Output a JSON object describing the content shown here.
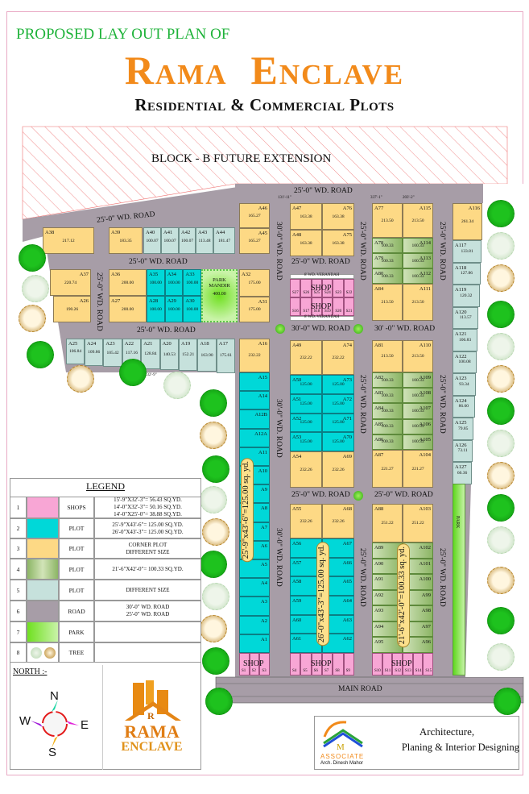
{
  "title": {
    "line1": "PROPOSED LAY OUT PLAN OF",
    "line2": "Rama  Enclave",
    "line3": "Residential & Commercial Plots"
  },
  "future_block": "BLOCK - B FUTURE EXTENSION",
  "colors": {
    "road": "#a79da7",
    "shop": "#f8a6d5",
    "plot_125": "#00d8d8",
    "corner_plot": "#fdd985",
    "plot_100": "#8cb565",
    "plot_different": "#c6e1dc",
    "park": "#7be03a",
    "title_green": "#1fb33a",
    "title_orange": "#f28a1a"
  },
  "roads": {
    "r25": "25'-0\" WD. ROAD",
    "r30": "30'-0\" WD. ROAD",
    "r30b": "30' -0\" WD. ROAD",
    "main": "MAIN ROAD",
    "verandah": "8' WD. VERANDAH",
    "dim_top": "337'-1\"",
    "dim_left": "131'-11\"",
    "dim_right": "203'-2\"",
    "dim_bottom_row": "232'-9\""
  },
  "callouts": {
    "col_a": "25'-9\"x43'-6\"=125.00 sq. yd.",
    "col_mid": "26'-0\"x43'-3\"=125.00 sq. yd.",
    "col_right": "21'-6\"x42'-0\"=100.33 sq. yd."
  },
  "park_mandir": {
    "label": "PARK MANDIR",
    "area": "400.00"
  },
  "park_right": "PARK",
  "shop_label": "SHOP",
  "plots": {
    "row_top": [
      {
        "id": "A38",
        "area": "217.12"
      },
      {
        "id": "A39",
        "area": "183.35"
      },
      {
        "id": "A40",
        "area": "100.07"
      },
      {
        "id": "A41",
        "area": "100.07"
      },
      {
        "id": "A42",
        "area": "100.07"
      },
      {
        "id": "A43",
        "area": "113.48"
      },
      {
        "id": "A44",
        "area": "181.47"
      }
    ],
    "a46": {
      "id": "A46",
      "area": "165.27"
    },
    "a45": {
      "id": "A45",
      "area": "165.27"
    },
    "a37": {
      "id": "A37",
      "area": "220.74"
    },
    "a26": {
      "id": "A26",
      "area": "190.26"
    },
    "a36": {
      "id": "A36",
      "area": "200.00"
    },
    "a27": {
      "id": "A27",
      "area": "200.00"
    },
    "cyan_top": [
      {
        "id": "A35",
        "area": "100.00"
      },
      {
        "id": "A34",
        "area": "100.00"
      },
      {
        "id": "A33",
        "area": "100.00"
      }
    ],
    "cyan_bottom": [
      {
        "id": "A28",
        "area": "100.00"
      },
      {
        "id": "A29",
        "area": "100.00"
      },
      {
        "id": "A30",
        "area": "100.00"
      }
    ],
    "a32": {
      "id": "A32",
      "area": "175.00"
    },
    "a31": {
      "id": "A31",
      "area": "175.00"
    },
    "row_bottom": [
      {
        "id": "A25",
        "area": "106.84"
      },
      {
        "id": "A24",
        "area": "109.86"
      },
      {
        "id": "A23",
        "area": "105.42"
      },
      {
        "id": "A22",
        "area": "117.16"
      },
      {
        "id": "A21",
        "area": "128.84"
      },
      {
        "id": "A20",
        "area": "140.53"
      },
      {
        "id": "A19",
        "area": "152.21"
      },
      {
        "id": "A18",
        "area": "163.90"
      },
      {
        "id": "A17",
        "area": "175.61"
      }
    ],
    "a16": {
      "id": "A16",
      "area": "232.22"
    },
    "col_a": [
      {
        "id": "A15"
      },
      {
        "id": "A14"
      },
      {
        "id": "A12B"
      },
      {
        "id": "A12A"
      },
      {
        "id": "A11"
      },
      {
        "id": "A10"
      },
      {
        "id": "A9"
      },
      {
        "id": "A8"
      },
      {
        "id": "A7"
      },
      {
        "id": "A6"
      },
      {
        "id": "A5"
      },
      {
        "id": "A4"
      },
      {
        "id": "A3"
      },
      {
        "id": "A2"
      },
      {
        "id": "A1"
      }
    ],
    "mid_yellow": [
      {
        "id": "A47",
        "area": "163.38"
      },
      {
        "id": "A76",
        "area": "163.38"
      },
      {
        "id": "A48",
        "area": "163.38"
      },
      {
        "id": "A75",
        "area": "163.38"
      },
      {
        "id": "A49",
        "area": "232.22"
      },
      {
        "id": "A74",
        "area": "232.22"
      },
      {
        "id": "A54",
        "area": "232.26"
      },
      {
        "id": "A69",
        "area": "232.26"
      },
      {
        "id": "A55",
        "area": "232.26"
      },
      {
        "id": "A68",
        "area": "232.26"
      }
    ],
    "mid_cyan_1_left": [
      {
        "id": "A50",
        "area": "125.00"
      },
      {
        "id": "A51",
        "area": "125.00"
      },
      {
        "id": "A52",
        "area": "125.00"
      },
      {
        "id": "A53",
        "area": "125.00"
      }
    ],
    "mid_cyan_1_right": [
      {
        "id": "A73",
        "area": "125.00"
      },
      {
        "id": "A72",
        "area": "125.00"
      },
      {
        "id": "A71",
        "area": "125.00"
      },
      {
        "id": "A70",
        "area": "125.00"
      }
    ],
    "mid_cyan_2_left": [
      {
        "id": "A56"
      },
      {
        "id": "A57"
      },
      {
        "id": "A58"
      },
      {
        "id": "A59"
      },
      {
        "id": "A60"
      },
      {
        "id": "A61"
      }
    ],
    "mid_cyan_2_right": [
      {
        "id": "A67"
      },
      {
        "id": "A66"
      },
      {
        "id": "A65"
      },
      {
        "id": "A64"
      },
      {
        "id": "A63"
      },
      {
        "id": "A62"
      }
    ],
    "right_yellow": [
      {
        "id": "A77",
        "area": "213.50"
      },
      {
        "id": "A115",
        "area": "213.50"
      },
      {
        "id": "A84",
        "area": "213.50"
      },
      {
        "id": "A111",
        "area": "213.50"
      },
      {
        "id": "A81",
        "area": "213.50"
      },
      {
        "id": "A110",
        "area": "213.50"
      },
      {
        "id": "A87",
        "area": "221.27"
      },
      {
        "id": "A104",
        "area": "221.27"
      },
      {
        "id": "A88",
        "area": "251.22"
      },
      {
        "id": "A103",
        "area": "251.22"
      }
    ],
    "green_1_left": [
      {
        "id": "A78",
        "area": "100.33"
      },
      {
        "id": "A79",
        "area": "100.33"
      },
      {
        "id": "A80",
        "area": "100.33"
      }
    ],
    "green_1_right": [
      {
        "id": "A114",
        "area": "100.33"
      },
      {
        "id": "A113",
        "area": "100.33"
      },
      {
        "id": "A112",
        "area": "100.33"
      }
    ],
    "green_2_left": [
      {
        "id": "A82",
        "area": "100.33"
      },
      {
        "id": "A83",
        "area": "100.33"
      },
      {
        "id": "A84",
        "area": "100.33"
      },
      {
        "id": "A85",
        "area": "100.33"
      },
      {
        "id": "A86",
        "area": "100.33"
      }
    ],
    "green_2_right": [
      {
        "id": "A109",
        "area": "100.33"
      },
      {
        "id": "A108",
        "area": "100.33"
      },
      {
        "id": "A107",
        "area": "100.33"
      },
      {
        "id": "A106",
        "area": "100.33"
      },
      {
        "id": "A105",
        "area": "100.33"
      }
    ],
    "green_3_left": [
      {
        "id": "A89"
      },
      {
        "id": "A90"
      },
      {
        "id": "A91"
      },
      {
        "id": "A92"
      },
      {
        "id": "A93"
      },
      {
        "id": "A94"
      },
      {
        "id": "A95"
      }
    ],
    "green_3_right": [
      {
        "id": "A102"
      },
      {
        "id": "A101"
      },
      {
        "id": "A100"
      },
      {
        "id": "A99"
      },
      {
        "id": "A98"
      },
      {
        "id": "A97"
      },
      {
        "id": "A96"
      }
    ],
    "a116": {
      "id": "A116",
      "area": "261.34"
    },
    "strip": [
      {
        "id": "A117",
        "area": "133.81"
      },
      {
        "id": "A118",
        "area": "127.86"
      },
      {
        "id": "A119",
        "area": "120.32"
      },
      {
        "id": "A120",
        "area": "113.57"
      },
      {
        "id": "A121",
        "area": "106.83"
      },
      {
        "id": "A122",
        "area": "100.08"
      },
      {
        "id": "A123",
        "area": "93.34"
      },
      {
        "id": "A124",
        "area": "86.60"
      },
      {
        "id": "A125",
        "area": "79.85"
      },
      {
        "id": "A126",
        "area": "73.11"
      },
      {
        "id": "A127",
        "area": "66.36"
      }
    ]
  },
  "shops": {
    "upper_top": [
      "S27",
      "S26",
      "S25",
      "S24",
      "S23",
      "S22"
    ],
    "upper_bottom": [
      "S16",
      "S17",
      "S18",
      "S19",
      "S20",
      "S21"
    ],
    "a": [
      "S1",
      "S2",
      "S3"
    ],
    "mid": [
      "S4",
      "S5",
      "S6",
      "S7",
      "S8",
      "S9"
    ],
    "right": [
      "S10",
      "S11",
      "S12",
      "S13",
      "S14",
      "S15"
    ]
  },
  "legend": {
    "title": "LEGEND",
    "rows": [
      {
        "no": "1",
        "type": "SHOPS",
        "desc": "15'-9\"X32'-3\"= 56.43 SQ.YD.\n14'-0\"X32'-3\"= 50.16 SQ.YD.\n14'-0\"X25'-0\"= 38.88 SQ.YD.",
        "color": "#f8a6d5"
      },
      {
        "no": "2",
        "type": "PLOT",
        "desc": "25'-9\"X43'-6\"= 125.00 SQ.YD.\n26'-0\"X43'-3\"= 125.00 SQ.YD.",
        "color": "#00d8d8"
      },
      {
        "no": "3",
        "type": "PLOT",
        "desc": "CORNER PLOT\nDIFFERENT SIZE",
        "color": "#fdd985"
      },
      {
        "no": "4",
        "type": "PLOT",
        "desc": "21'-6\"X42'-0\"= 100.33 SQ.YD.",
        "color": "#9cc27a"
      },
      {
        "no": "5",
        "type": "PLOT",
        "desc": "DIFFERENT SIZE",
        "color": "#c6e1dc"
      },
      {
        "no": "6",
        "type": "ROAD",
        "desc": "30'-0\" WD. ROAD\n25'-0\" WD. ROAD",
        "color": "#a79da7"
      },
      {
        "no": "7",
        "type": "PARK",
        "desc": "",
        "color": "#7be03a"
      },
      {
        "no": "8",
        "type": "TREE",
        "desc": "",
        "color": ""
      }
    ]
  },
  "north": {
    "label": "NORTH :-",
    "n": "N",
    "e": "E",
    "s": "S",
    "w": "W"
  },
  "logo": {
    "name1": "RAMA",
    "name2": "ENCLAVE"
  },
  "associate": {
    "brand": "ASSOCIATE",
    "architect": "Arch.   Dinesh Mahor",
    "line1": "Architecture,",
    "line2": "Planing & Interior Designing"
  }
}
